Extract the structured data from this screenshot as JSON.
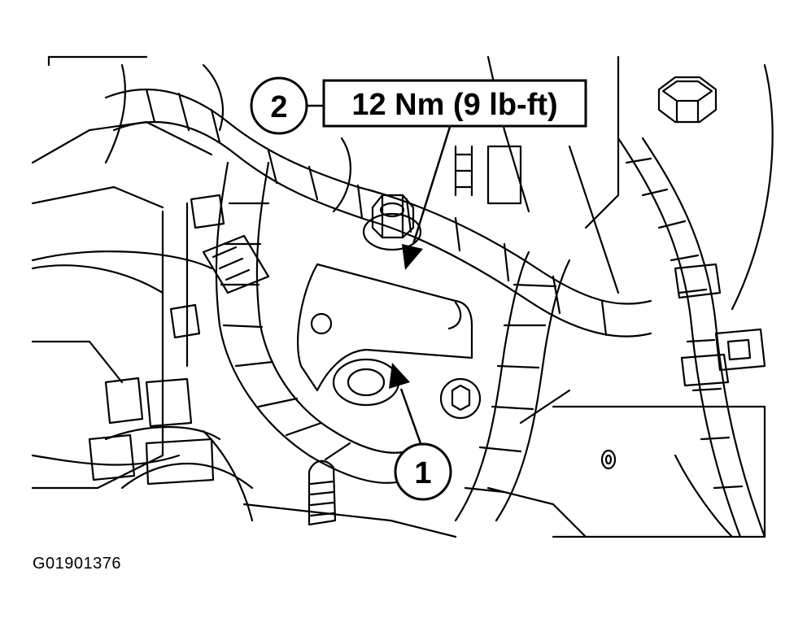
{
  "callouts": {
    "item2_number": "2",
    "torque_label": "12 Nm (9 lb-ft)",
    "item1_number": "1"
  },
  "figure_id": "G01901376",
  "colors": {
    "ink": "#000000",
    "paper": "#ffffff"
  },
  "icons": [
    "hex-bolt-icon",
    "flange-nut-icon",
    "arrow-icon"
  ]
}
